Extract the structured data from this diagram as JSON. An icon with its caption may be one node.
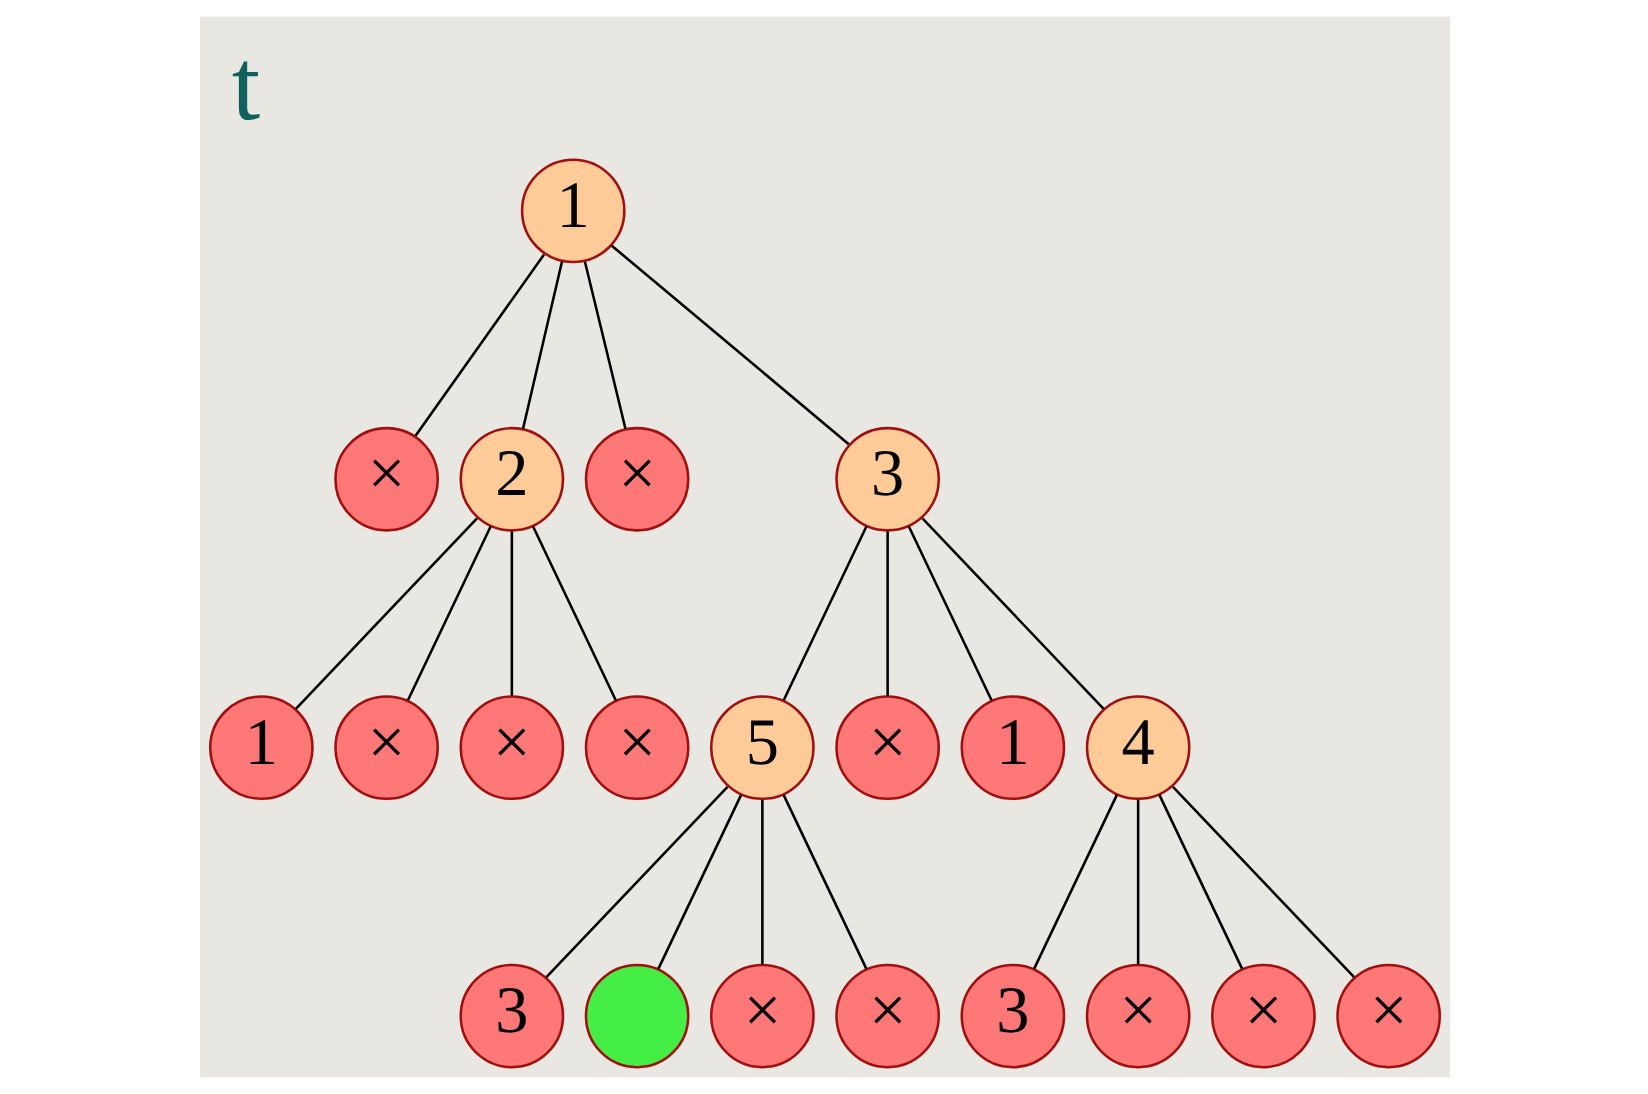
{
  "diagram": {
    "title": "t",
    "nodes": [
      {
        "text": [
          "1"
        ]
      },
      {
        "text": [
          "×"
        ]
      },
      {
        "text": [
          "2"
        ]
      },
      {
        "text": [
          "×"
        ]
      },
      {
        "text": [
          "3"
        ]
      },
      {
        "text": [
          "1"
        ]
      },
      {
        "text": [
          "×"
        ]
      },
      {
        "text": [
          "×"
        ]
      },
      {
        "text": [
          "×"
        ]
      },
      {
        "text": [
          "5"
        ]
      },
      {
        "text": [
          "×"
        ]
      },
      {
        "text": [
          "1"
        ]
      },
      {
        "text": [
          "4"
        ]
      },
      {
        "text": [
          "3"
        ]
      },
      {
        "text": [],
        "shape": "circle"
      },
      {
        "text": [
          "×"
        ]
      },
      {
        "text": [
          "×"
        ]
      },
      {
        "text": [
          "3"
        ]
      },
      {
        "text": [
          "×"
        ]
      },
      {
        "text": [
          "×"
        ]
      },
      {
        "text": [
          "×"
        ]
      }
    ],
    "edges": [
      {
        "from": 0,
        "to": 1,
        "arrow": "none"
      },
      {
        "from": 0,
        "to": 2,
        "arrow": "none"
      },
      {
        "from": 0,
        "to": 3,
        "arrow": "none"
      },
      {
        "from": 0,
        "to": 4,
        "arrow": "none"
      },
      {
        "from": 2,
        "to": 5,
        "arrow": "none"
      },
      {
        "from": 2,
        "to": 6,
        "arrow": "none"
      },
      {
        "from": 2,
        "to": 7,
        "arrow": "none"
      },
      {
        "from": 2,
        "to": 8,
        "arrow": "none"
      },
      {
        "from": 4,
        "to": 9,
        "arrow": "none"
      },
      {
        "from": 4,
        "to": 10,
        "arrow": "none"
      },
      {
        "from": 4,
        "to": 11,
        "arrow": "none"
      },
      {
        "from": 4,
        "to": 12,
        "arrow": "none"
      },
      {
        "from": 9,
        "to": 13,
        "arrow": "none"
      },
      {
        "from": 9,
        "to": 14,
        "arrow": "none"
      },
      {
        "from": 9,
        "to": 15,
        "arrow": "none"
      },
      {
        "from": 9,
        "to": 16,
        "arrow": "none"
      },
      {
        "from": 12,
        "to": 17,
        "arrow": "none"
      },
      {
        "from": 12,
        "to": 18,
        "arrow": "none"
      },
      {
        "from": 12,
        "to": 19,
        "arrow": "none"
      },
      {
        "from": 12,
        "to": 20,
        "arrow": "none"
      }
    ]
  }
}
